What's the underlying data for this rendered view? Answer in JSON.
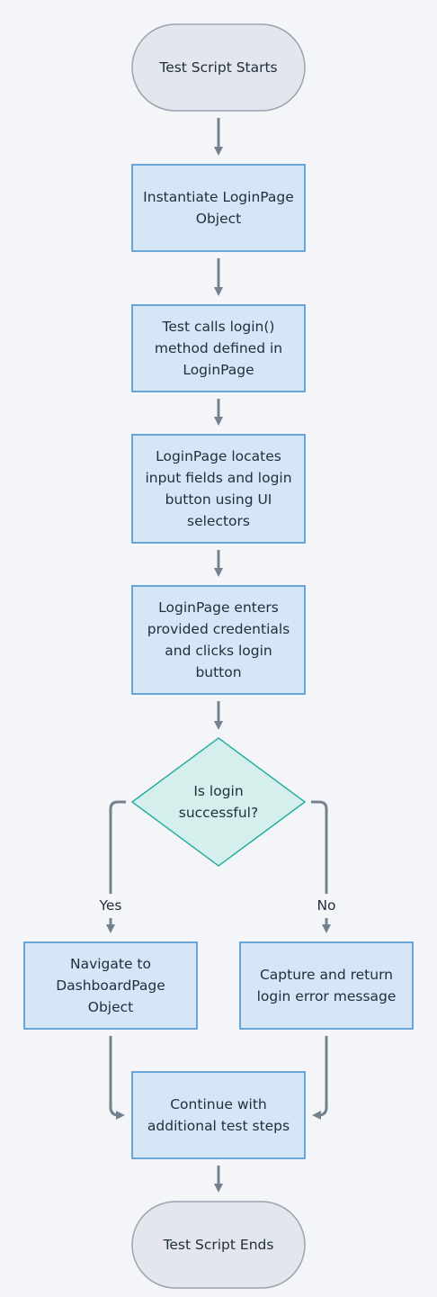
{
  "colors": {
    "background": "#f3f5f9",
    "process_fill": "#d6e6f6",
    "process_stroke": "#3f8ed0",
    "terminal_fill": "#e3e6ec",
    "terminal_stroke": "#9ba4b0",
    "decision_fill": "#d4efec",
    "decision_stroke": "#2aaea0",
    "arrow": "#748290"
  },
  "nodes": {
    "start": "Test Script Starts",
    "instantiate": "Instantiate LoginPage Object",
    "call_login": "Test calls login() method defined in LoginPage",
    "locate": "LoginPage locates input fields and login button using UI selectors",
    "enter": "LoginPage enters provided credentials and clicks login button",
    "decision": "Is login successful?",
    "dashboard": "Navigate to DashboardPage Object",
    "error": "Capture and return login error message",
    "continue": "Continue with additional test steps",
    "end": "Test Script Ends"
  },
  "edges": {
    "yes": "Yes",
    "no": "No"
  }
}
